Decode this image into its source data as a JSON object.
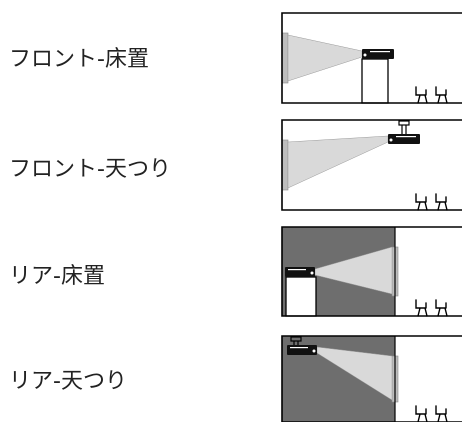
{
  "colors": {
    "screen": "#bdbdbd",
    "beam": "#d9d9d9",
    "wall": "#6e6e6e",
    "outline": "#000000",
    "projector": "#111111"
  },
  "setups": [
    {
      "id": "front-floor",
      "label": "フロント-床置",
      "projection": "front",
      "mount": "floor"
    },
    {
      "id": "front-ceiling",
      "label": "フロント-天つり",
      "projection": "front",
      "mount": "ceiling"
    },
    {
      "id": "rear-floor",
      "label": "リア-床置",
      "projection": "rear",
      "mount": "floor"
    },
    {
      "id": "rear-ceiling",
      "label": "リア-天つり",
      "projection": "rear",
      "mount": "ceiling"
    }
  ]
}
